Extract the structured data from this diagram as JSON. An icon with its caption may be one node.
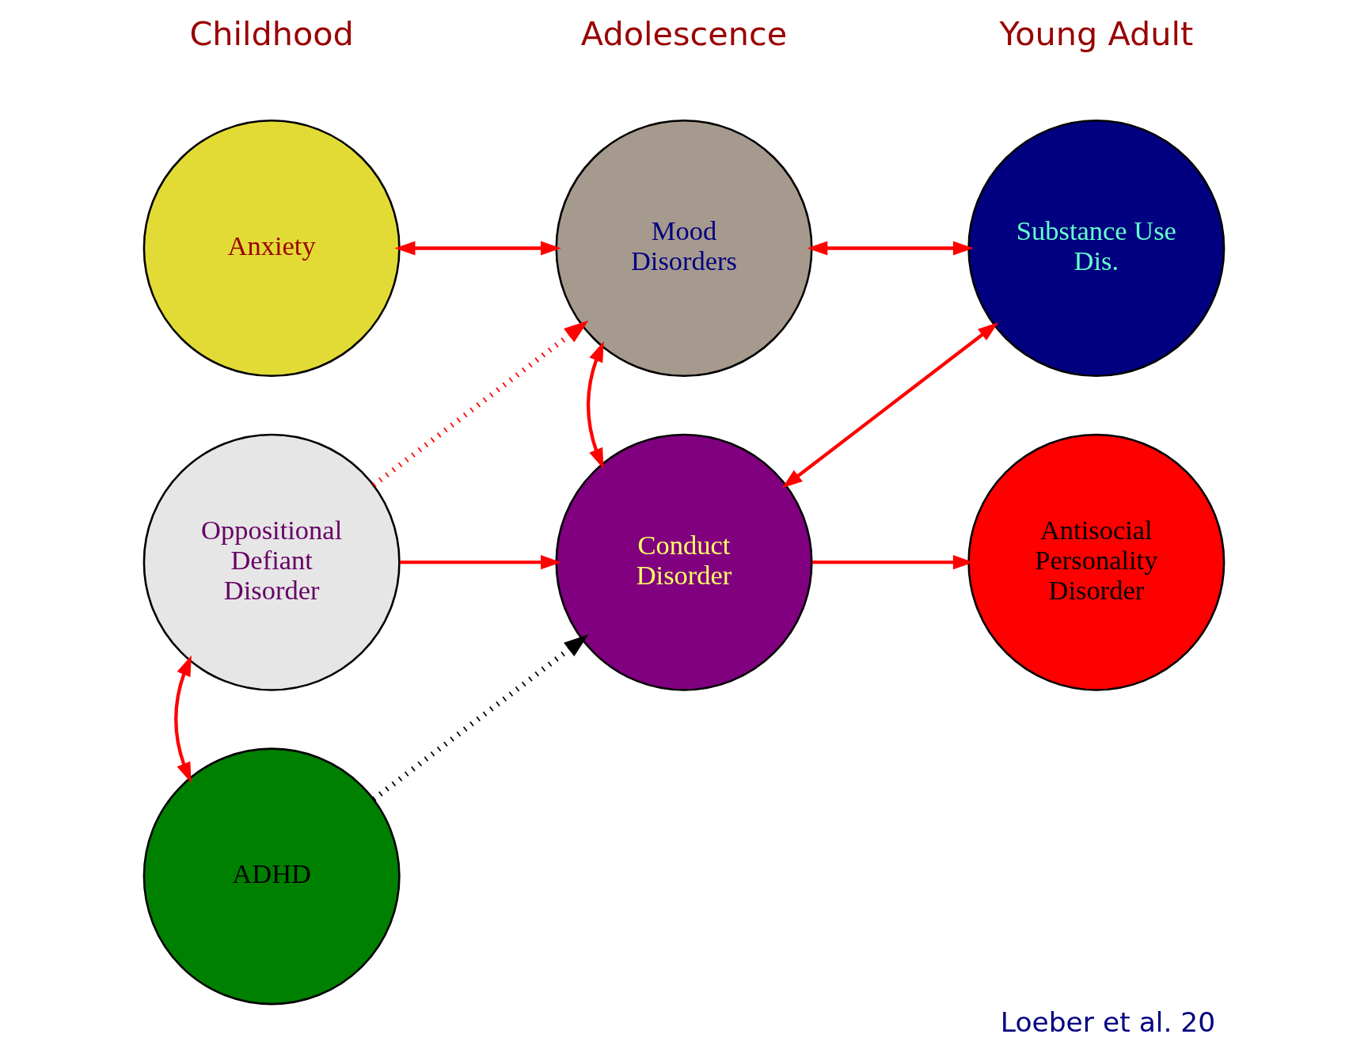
{
  "diagram": {
    "caption": "Loeber et al. 20",
    "nodes": [
      {
        "text": [
          "Anxiety"
        ]
      },
      {
        "text": [
          "Mood Disorders"
        ]
      },
      {
        "text": [
          "Substance Use Dis."
        ]
      },
      {
        "text": [
          "Oppositional Defiant Disorder"
        ]
      },
      {
        "text": [
          "Conduct Disorder"
        ]
      },
      {
        "text": [
          "Antisocial Personality Disorder"
        ]
      },
      {
        "text": [
          "ADHD"
        ]
      }
    ],
    "edges": [
      {
        "from": 0,
        "to": 1,
        "arrow": "both"
      },
      {
        "from": 1,
        "to": 2,
        "arrow": "both"
      },
      {
        "from": 1,
        "to": 4,
        "arrow": "both"
      },
      {
        "from": 4,
        "to": 2,
        "arrow": "both"
      },
      {
        "from": 3,
        "to": 1,
        "arrow": "to",
        "style": "dashed"
      },
      {
        "from": 3,
        "to": 4,
        "arrow": "to"
      },
      {
        "from": 4,
        "to": 5,
        "arrow": "to"
      },
      {
        "from": 3,
        "to": 6,
        "arrow": "both"
      },
      {
        "from": 6,
        "to": 4,
        "arrow": "to",
        "style": "dashed",
        "color": "#000000"
      }
    ],
    "labels": [
      "Childhood",
      "Adolescence",
      "Young Adult"
    ]
  }
}
